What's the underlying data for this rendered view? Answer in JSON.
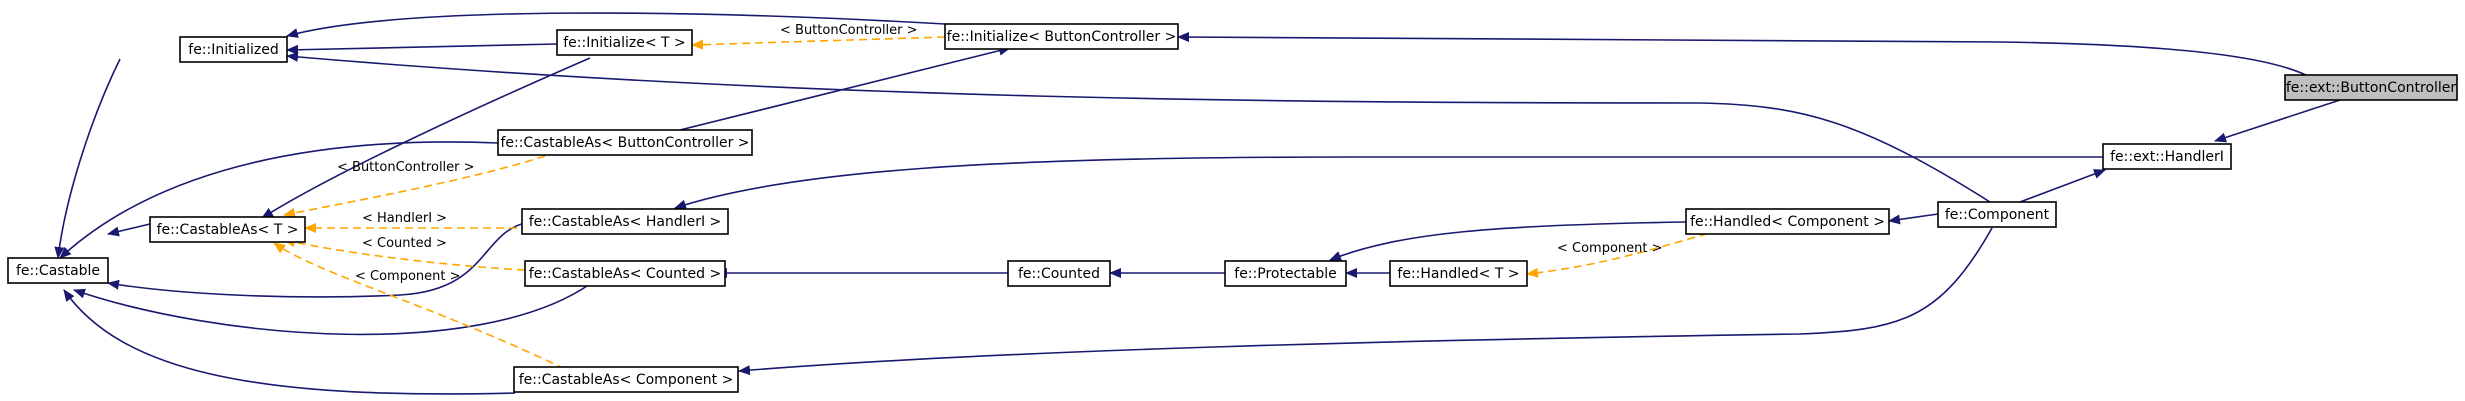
{
  "diagram": {
    "colors": {
      "inheritance": "#191970",
      "template": "#ffa500",
      "highlight": "#bfbfbf"
    },
    "nodes": {
      "fe_castable": "fe::Castable",
      "fe_initialized": "fe::Initialized",
      "fe_castableas_t": "fe::CastableAs< T >",
      "fe_initialize_t": "fe::Initialize< T >",
      "fe_castableas_buttoncontroller": "fe::CastableAs< ButtonController >",
      "fe_castableas_handleri": "fe::CastableAs< HandlerI >",
      "fe_castableas_counted": "fe::CastableAs< Counted >",
      "fe_castableas_component": "fe::CastableAs< Component >",
      "fe_initialize_buttoncontroller": "fe::Initialize< ButtonController >",
      "fe_counted": "fe::Counted",
      "fe_protectable": "fe::Protectable",
      "fe_handled_t": "fe::Handled< T >",
      "fe_handled_component": "fe::Handled< Component >",
      "fe_component": "fe::Component",
      "fe_ext_handleri": "fe::ext::HandlerI",
      "fe_ext_buttoncontroller": "fe::ext::ButtonController"
    },
    "edge_labels": {
      "buttoncontroller_initialize": "< ButtonController >",
      "buttoncontroller_castable": "< ButtonController >",
      "handleri": "< HandlerI >",
      "counted": "< Counted >",
      "component_castable": "< Component >",
      "component_handled": "< Component >"
    }
  }
}
